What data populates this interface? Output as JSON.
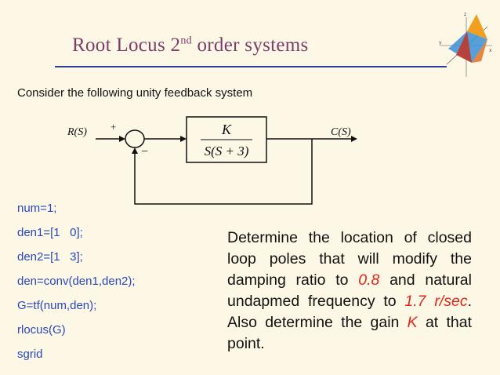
{
  "title": {
    "main": "Root Locus 2",
    "superscript": "nd",
    "rest": " order systems"
  },
  "intro_text": "Consider the following unity feedback system",
  "block_diagram": {
    "input_label": "R(S)",
    "output_label": "C(S)",
    "plus_sign": "+",
    "minus_sign": "−",
    "tf_numerator": "K",
    "tf_denominator": "S(S + 3)"
  },
  "code_lines": [
    "num=1;",
    "den1=[1   0];",
    "den2=[1   3];",
    "den=conv(den1,den2);",
    "G=tf(num,den);",
    "rlocus(G)",
    "sgrid"
  ],
  "description": {
    "p1": "Determine the location of closed loop poles that will modify the damping ratio to ",
    "damping": "0.8",
    "p2": " and natural undapmed frequency to ",
    "freq": "1.7 r/sec",
    "p3": ". Also determine the gain ",
    "gain": "K",
    "p4": " at that point."
  },
  "colors": {
    "background": "#fdf8e6",
    "title": "#7b3d6a",
    "rule": "#2a3d9a",
    "code": "#2a47b8",
    "emphasis": "#e0251b"
  }
}
